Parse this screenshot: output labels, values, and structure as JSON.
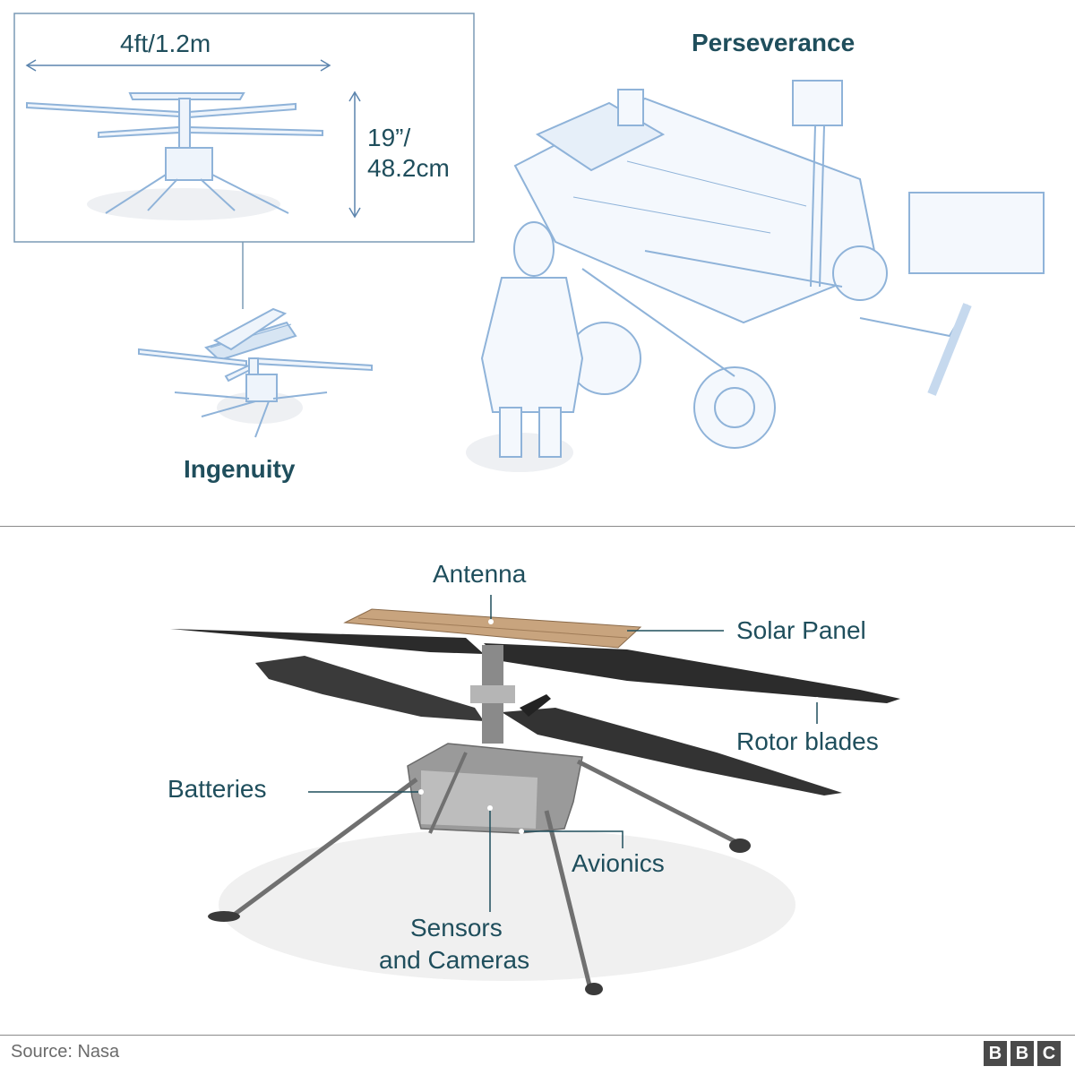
{
  "top": {
    "width_label": "4ft/1.2m",
    "height_label_1": "19”/",
    "height_label_2": "48.2cm",
    "ingenuity_label": "Ingenuity",
    "perseverance_label": "Perseverance"
  },
  "callouts": {
    "antenna": "Antenna",
    "solar_panel": "Solar Panel",
    "rotor_blades": "Rotor blades",
    "batteries": "Batteries",
    "avionics": "Avionics",
    "sensors_1": "Sensors",
    "sensors_2": "and Cameras"
  },
  "footer": {
    "source": "Source: Nasa",
    "logo_letters": [
      "B",
      "B",
      "C"
    ]
  },
  "colors": {
    "line_art": "#8fb3d9",
    "label_text": "#1f4e5c",
    "callout_line": "#1f4e5c"
  }
}
